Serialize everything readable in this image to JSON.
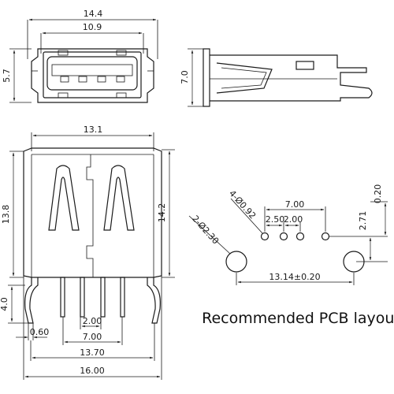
{
  "top_view": {
    "width_outer": "14.4",
    "width_inner": "10.9",
    "height": "5.7"
  },
  "side_view": {
    "height": "7.0"
  },
  "front_view": {
    "top_width": "13.1",
    "left_height": "13.8",
    "right_height": "14.2",
    "leg_height": "4.0",
    "leg_thickness": "0.60",
    "pin_pitch": "2.00",
    "pin_span": "7.00",
    "leg_span": "13.70",
    "total_width": "16.00"
  },
  "pcb_layout": {
    "small_hole_label": "4-Ø0.92",
    "large_hole_label": "2-Ø2.30",
    "pin_span": "7.00",
    "pitch_first": "2.50",
    "pitch_second": "2.00",
    "offset_top": "0.20",
    "offset_vertical": "2.71",
    "hole_span": "13.14±0.20",
    "caption": "Recommended PCB layout"
  }
}
